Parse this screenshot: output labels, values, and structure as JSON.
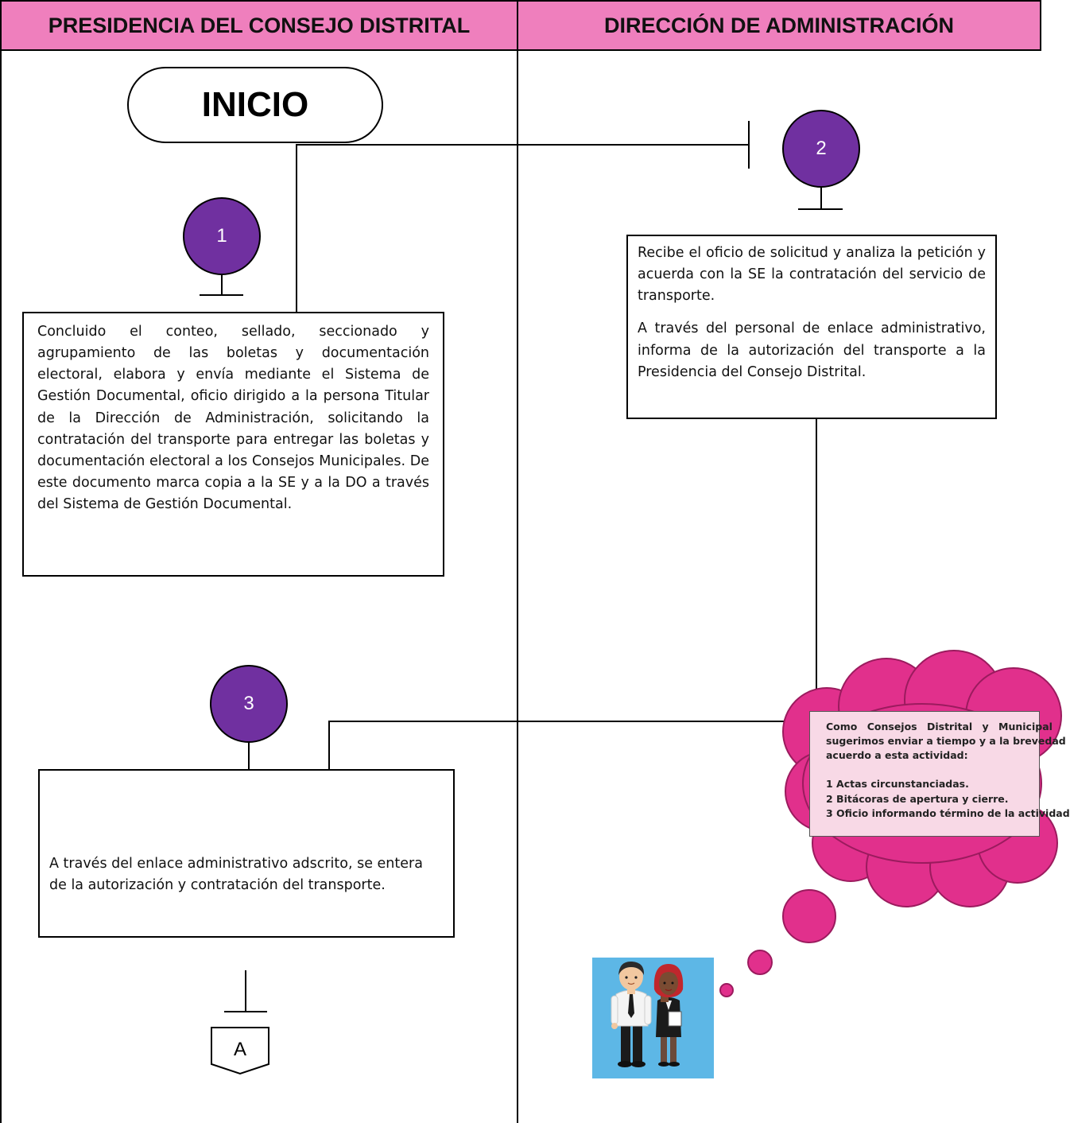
{
  "lanes": {
    "left_title": "PRESIDENCIA DEL CONSEJO DISTRITAL",
    "right_title": "DIRECCIÓN DE ADMINISTRACIÓN"
  },
  "start_label": "INICIO",
  "steps": [
    {
      "number": "1",
      "text": "Concluido el conteo, sellado, seccionado y agrupamiento de las boletas y documentación electoral, elabora y envía mediante el Sistema de Gestión Documental, oficio dirigido a la persona Titular de la Dirección de Administración, solicitando la contratación del transporte para entregar las boletas y documentación electoral a los Consejos Municipales. De este documento marca copia a la SE y a la DO a través del Sistema de Gestión Documental."
    },
    {
      "number": "2",
      "paragraphs": [
        "Recibe el oficio de solicitud y analiza la petición y acuerda con la SE la contratación del servicio de transporte.",
        "A través del personal de enlace administrativo, informa de la autorización del transporte a la Presidencia del Consejo Distrital."
      ]
    },
    {
      "number": "3",
      "text": "A través del enlace administrativo adscrito, se entera de la autorización y contratación del transporte."
    }
  ],
  "offpage_connector": "A",
  "note": {
    "intro_lines": [
      "Como Consejos Distrital y Municipal",
      "sugerimos enviar a tiempo y a la brevedad",
      "acuerdo a esta actividad:"
    ],
    "items": [
      "1 Actas circunstanciadas.",
      "2 Bitácoras de apertura y cierre.",
      "3 Oficio informando término de la actividad"
    ]
  },
  "colors": {
    "header": "#ef7fbd",
    "step_circle": "#7030a0",
    "cloud": "#e1308c",
    "note_bg": "#f8d9e6",
    "people_bg": "#5db7e6"
  }
}
